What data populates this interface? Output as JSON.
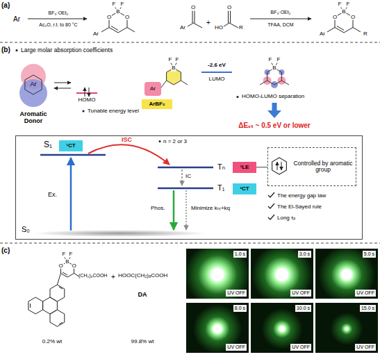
{
  "diagram": {
    "nodes": [
      {
        "text": [
          "Ar"
        ]
      },
      {
        "text": [
          "ArBF₂"
        ]
      },
      {
        "text": [
          "S₁",
          "ISC",
          "n = 2 or 3",
          "Tₙ",
          "IC",
          "T₁",
          "Ex.",
          "Phos.",
          "Minimize kₙᵣ+kq",
          "The energy gap law",
          "The El-Sayed rule",
          "Long τₚ",
          "S₀"
        ]
      },
      {
        "text": [
          "¹CT"
        ],
        "in": 2
      },
      {
        "text": [
          "³LE"
        ],
        "in": 2
      },
      {
        "text": [
          "³CT"
        ],
        "in": 2
      },
      {
        "text": [
          "Controlled by aromatic group"
        ],
        "in": 2
      },
      {
        "text": [
          "1.0 s",
          "UV OFF"
        ]
      },
      {
        "text": [
          "3.0 s",
          "UV OFF"
        ]
      },
      {
        "text": [
          "5.0 s",
          "UV OFF"
        ]
      },
      {
        "text": [
          "8.0 s",
          "UV OFF"
        ]
      },
      {
        "text": [
          "10.0 s",
          "UV OFF"
        ]
      },
      {
        "text": [
          "15.0 s",
          "UV OFF"
        ]
      }
    ],
    "edges": [
      {
        "from": 4,
        "to": 6,
        "arrow": "none"
      }
    ],
    "labels": [
      "(a)",
      "Ar",
      "BF₃·OEt₂",
      "Ac₂O, r.t. to 80 °C",
      "F",
      "F",
      "B",
      "O",
      "O",
      "Ar",
      "O",
      "Ar",
      "+",
      "O",
      "HO",
      "R",
      "BF₃·OEt₂",
      "TFAA, DCM",
      "F",
      "F",
      "B",
      "O",
      "O",
      "Ar",
      "R",
      "(b)",
      "Large molar absorption coefficients",
      "Ar",
      "Aromatic Donor",
      "HOMO",
      "Tunable energy level",
      "F",
      "F",
      "B",
      "-2.6 eV",
      "LUMO",
      "F",
      "F",
      "B",
      "HOMO-LUMO separation",
      "ΔEₛₜ ~ 0.5 eV or lower",
      "(c)",
      "F",
      "F",
      "B",
      "O",
      "O",
      "(CH₂)₈COOH",
      "+",
      "HOOC(CH₂)₈COOH",
      "DA",
      "0.2% wt",
      "99.8% wt"
    ]
  }
}
